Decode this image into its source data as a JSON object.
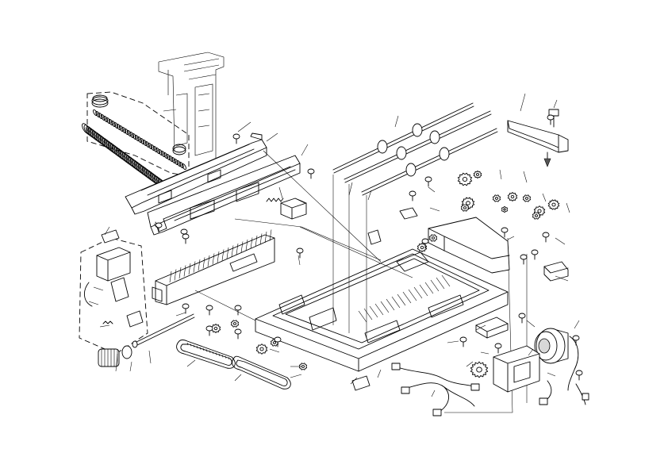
{
  "diagram": {
    "type": "exploded-parts-diagram",
    "labels": [],
    "colors": {
      "line": "#000000",
      "background": "#ffffff",
      "shade": "#d8d8d8"
    },
    "parts": [
      "shaft-1",
      "shaft-2",
      "shaft-3",
      "frame-tray",
      "guide-plate-upper",
      "guide-plate-lower",
      "spring-large",
      "spring-small",
      "drive-bracket",
      "bracket-right",
      "gear-cluster",
      "timing-belt-1",
      "timing-belt-2",
      "motor",
      "harness",
      "sensor-bracket"
    ]
  }
}
